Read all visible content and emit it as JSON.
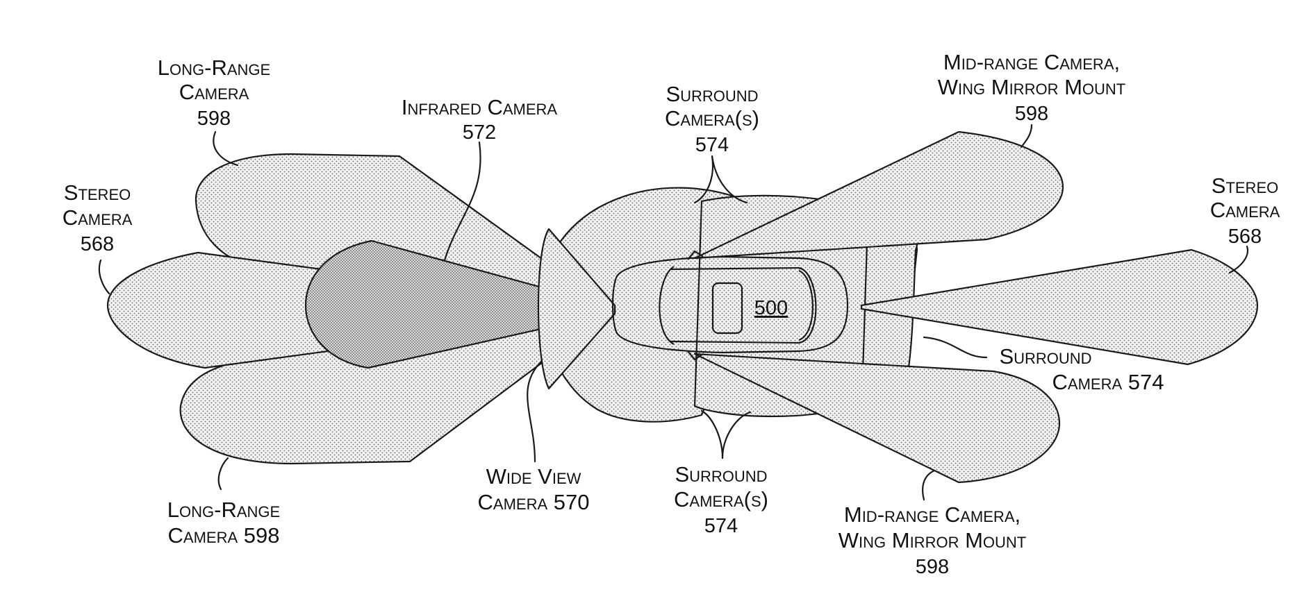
{
  "figure": {
    "vehicle_ref": "500",
    "labels": {
      "long_range_top": {
        "line1": "Long-Range",
        "line2": "Camera",
        "num": "598"
      },
      "infrared": {
        "line1": "Infrared Camera",
        "num": "572"
      },
      "surround_top": {
        "line1": "Surround",
        "line2": "Camera(s)",
        "num": "574"
      },
      "midrange_top": {
        "line1": "Mid-range Camera,",
        "line2": "Wing Mirror Mount",
        "num": "598"
      },
      "stereo_left": {
        "line1": "Stereo",
        "line2": "Camera",
        "num": "568"
      },
      "stereo_right": {
        "line1": "Stereo",
        "line2": "Camera",
        "num": "568"
      },
      "surround_right": {
        "line1": "Surround",
        "line2": "Camera 574"
      },
      "long_range_bottom": {
        "line1": "Long-Range",
        "line2": "Camera 598"
      },
      "wide_view": {
        "line1": "Wide View",
        "line2": "Camera 570"
      },
      "surround_bottom": {
        "line1": "Surround",
        "line2": "Camera(s)",
        "num": "574"
      },
      "midrange_bottom": {
        "line1": "Mid-range Camera,",
        "line2": "Wing Mirror Mount",
        "num": "598"
      }
    }
  }
}
